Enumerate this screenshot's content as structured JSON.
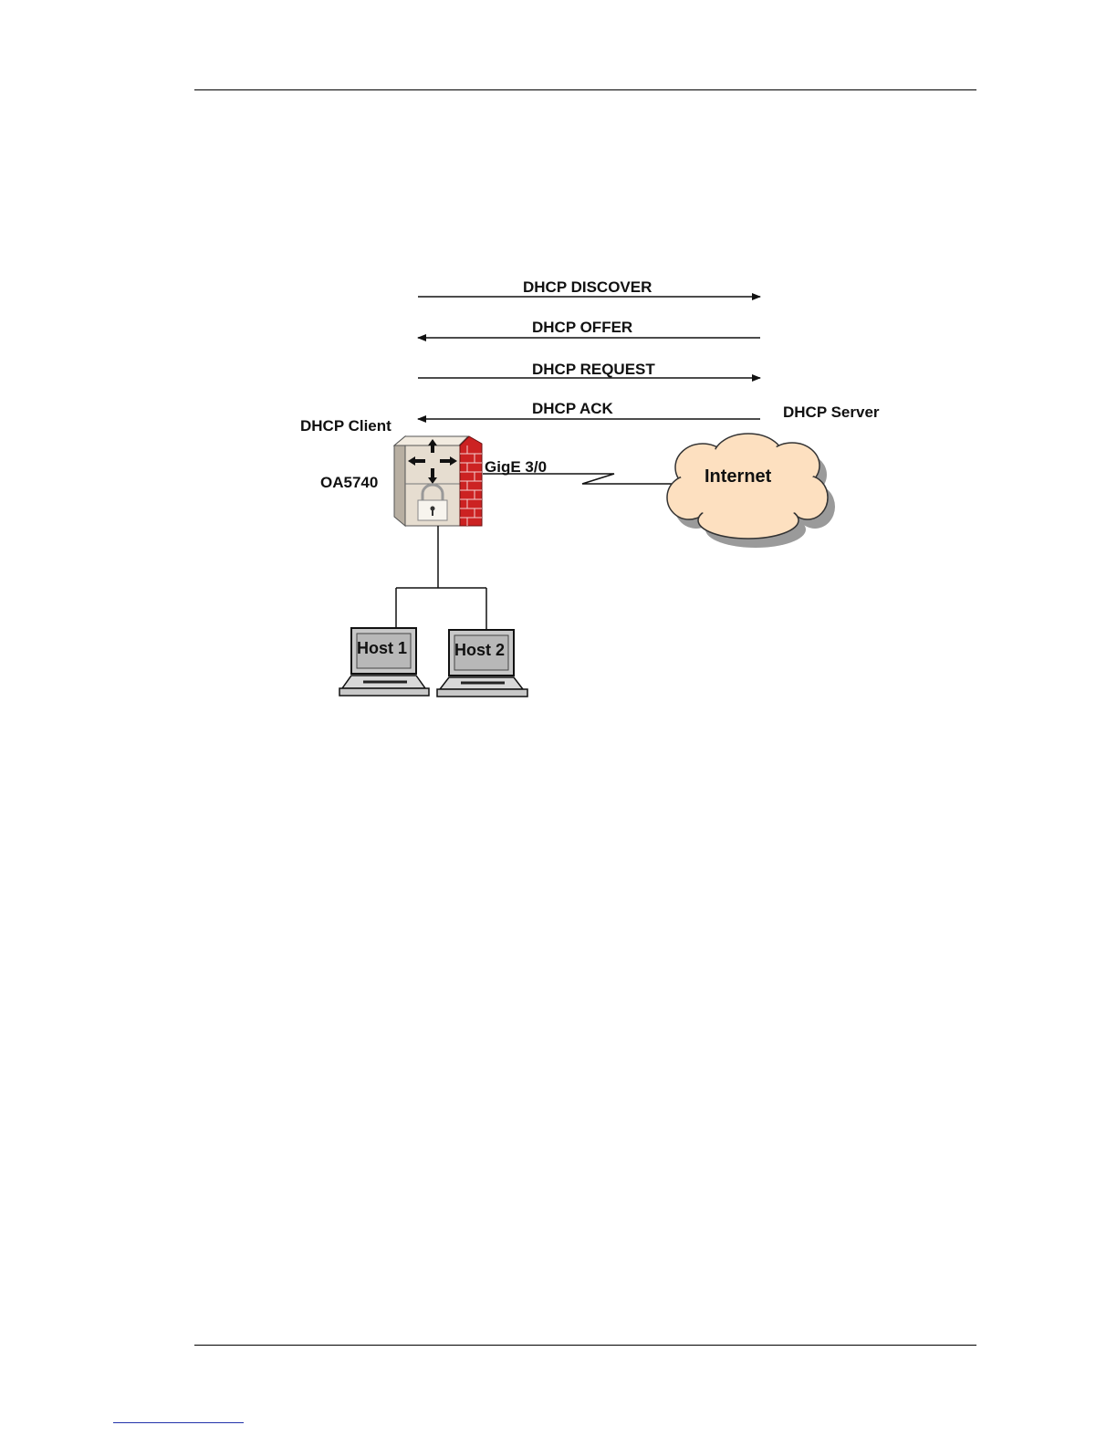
{
  "diagram": {
    "messages": [
      {
        "label": "DHCP DISCOVER",
        "direction": "to-server"
      },
      {
        "label": "DHCP OFFER",
        "direction": "to-client"
      },
      {
        "label": "DHCP REQUEST",
        "direction": "to-server"
      },
      {
        "label": "DHCP ACK",
        "direction": "to-client"
      }
    ],
    "client_label": "DHCP Client",
    "server_label": "DHCP Server",
    "device_label": "OA5740",
    "interface_label": "GigE 3/0",
    "cloud_label": "Internet",
    "hosts": [
      {
        "label": "Host 1"
      },
      {
        "label": "Host 2"
      }
    ]
  },
  "colors": {
    "firewall_brick": "#cc2222",
    "cloud_fill": "#fde0c0",
    "cloud_shadow": "#9a9a9a",
    "router_face": "#e6ddd0",
    "laptop_gray": "#c8c8c8"
  }
}
